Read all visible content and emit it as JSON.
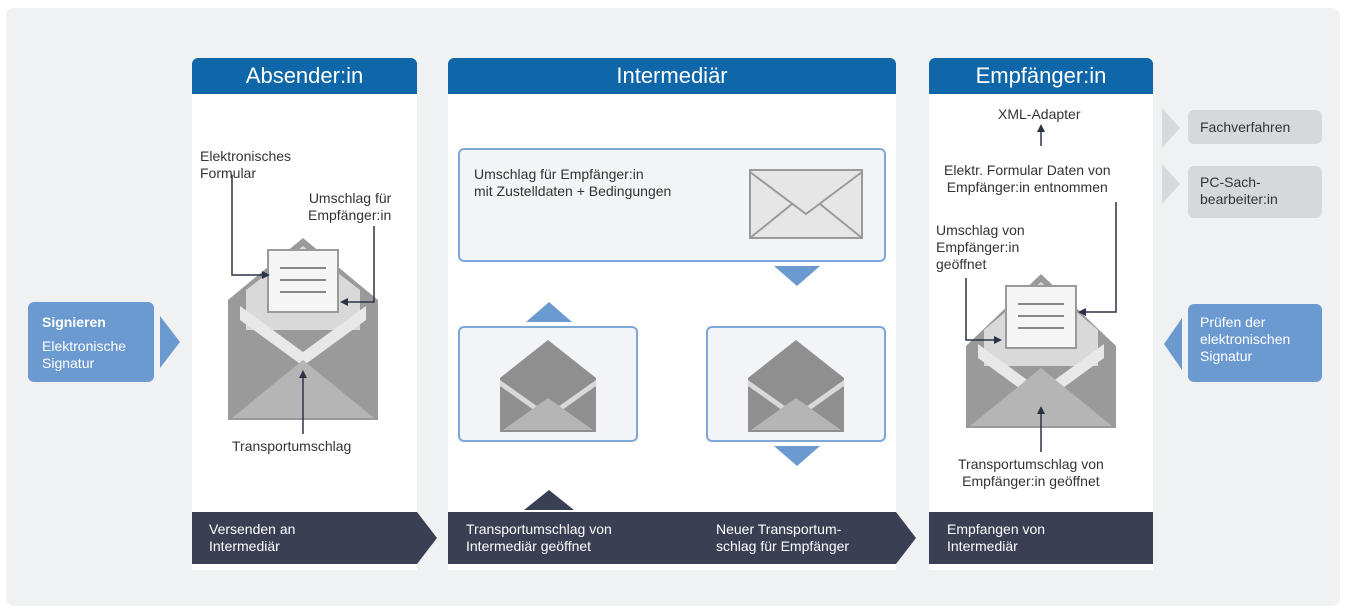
{
  "columns": {
    "sender": {
      "title": "Absender:in"
    },
    "intermediary": {
      "title": "Intermediär"
    },
    "recipient": {
      "title": "Empfänger:in"
    }
  },
  "sender_labels": {
    "form": "Elektronisches\nFormular",
    "envelope": "Umschlag für\nEmpfänger:in",
    "transport": "Transportumschlag"
  },
  "intermediary_labels": {
    "envelope_box": "Umschlag für Empfänger:in\nmit Zustelldaten + Bedingungen"
  },
  "recipient_labels": {
    "xml": "XML-Adapter",
    "form_data": "Elektr. Formular Daten von\nEmpfänger:in entnommen",
    "envelope_opened": "Umschlag von\nEmpfänger:in\ngeöffnet",
    "transport_opened": "Transportumschlag von\nEmpfänger:in geöffnet"
  },
  "side_left": {
    "title": "Signieren",
    "subtitle": "Elektronische\nSignatur"
  },
  "side_right": {
    "text": "Prüfen der\nelektronischen\nSignatur"
  },
  "outputs": {
    "fachverfahren": "Fachverfahren",
    "pc": "PC-Sach-\nbearbeiter:in"
  },
  "footer": {
    "step1": "Versenden an\nIntermediär",
    "step2": "Transportumschlag von\nIntermediär geöffnet",
    "step3": "Neuer Transportum-\nschlag für Empfänger",
    "step4": "Empfangen von\nIntermediär"
  },
  "colors": {
    "header": "#0f67a9",
    "side": "#6b9ad0",
    "footer": "#3a3f54",
    "box_border": "#7fa8d6",
    "envelope": "#9a9a9a"
  }
}
